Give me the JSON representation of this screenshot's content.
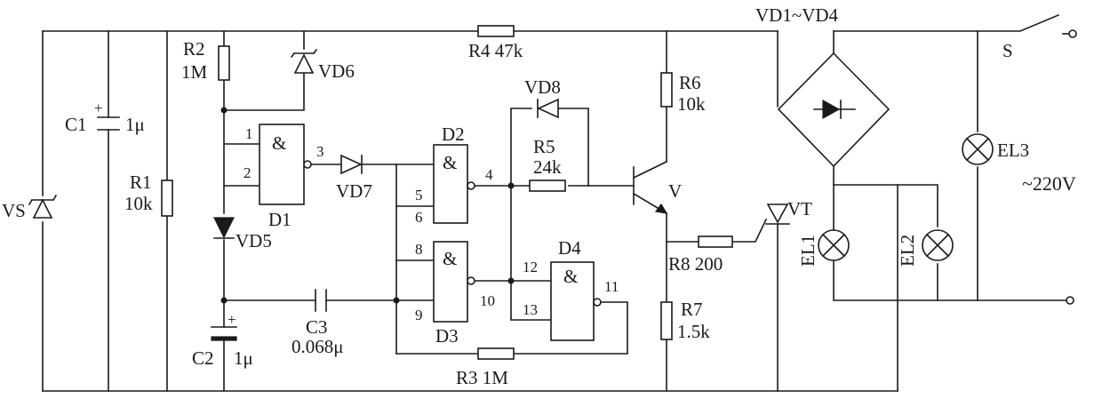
{
  "labels": {
    "vs": "VS",
    "c1_name": "C1",
    "c1_plus": "+",
    "c1_value": "1μ",
    "r1_name": "R1",
    "r1_value": "10k",
    "r2_name": "R2",
    "r2_value": "1M",
    "vd6": "VD6",
    "d1": "D1",
    "d1_pin1": "1",
    "d1_pin2": "2",
    "d1_pin3": "3",
    "vd5": "VD5",
    "c2_name": "C2",
    "c2_plus": "+",
    "c2_value": "1μ",
    "c3_name": "C3",
    "c3_value": "0.068μ",
    "vd7": "VD7",
    "d2": "D2",
    "d2_pin4": "4",
    "d2_pin5": "5",
    "d2_pin6": "6",
    "d3": "D3",
    "d3_pin8": "8",
    "d3_pin9": "9",
    "d3_pin10": "10",
    "d4": "D4",
    "d4_pin11": "11",
    "d4_pin12": "12",
    "d4_pin13": "13",
    "r3": "R3  1M",
    "r4": "R4 47k",
    "vd8": "VD8",
    "r5_name": "R5",
    "r5_value": "24k",
    "r6_name": "R6",
    "r6_value": "10k",
    "v": "V",
    "r7_name": "R7",
    "r7_value": "1.5k",
    "r8": "R8 200",
    "vt": "VT",
    "bridge": "VD1~VD4",
    "el1": "EL1",
    "el2": "EL2",
    "el3": "EL3",
    "s": "S",
    "mains": "~220V",
    "and_sym": "&"
  }
}
